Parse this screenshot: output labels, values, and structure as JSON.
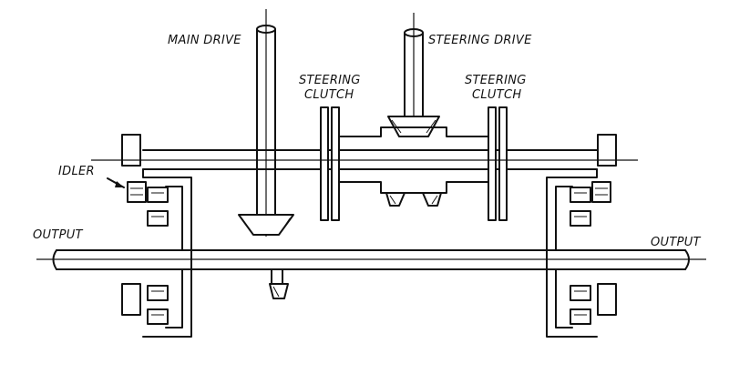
{
  "labels": {
    "main_drive": "MAIN DRIVE",
    "steering_drive": "STEERING DRIVE",
    "steering_clutch_left_1": "STEERING",
    "steering_clutch_left_2": "CLUTCH",
    "steering_clutch_right_1": "STEERING",
    "steering_clutch_right_2": "CLUTCH",
    "idler": "IDLER",
    "output_left": "OUTPUT",
    "output_right": "OUTPUT"
  }
}
